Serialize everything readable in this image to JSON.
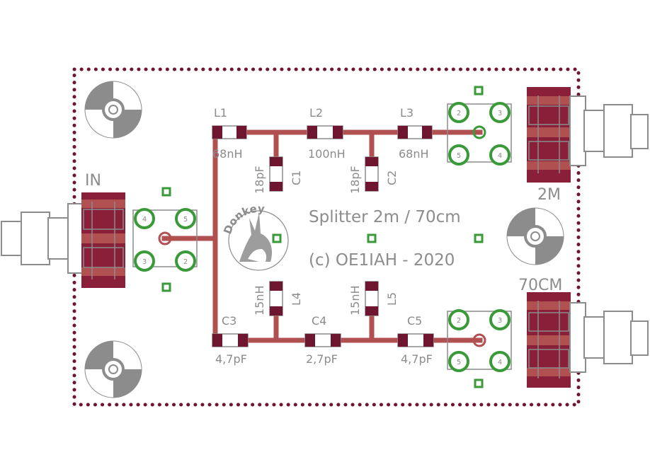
{
  "board": {
    "title": "Splitter 2m / 70cm",
    "copyright": "(c) OE1IAH - 2020",
    "logo_text": "Donkey"
  },
  "ports": {
    "input": "IN",
    "out_2m": "2M",
    "out_70cm": "70CM"
  },
  "components": {
    "L1": {
      "ref": "L1",
      "value": "68nH"
    },
    "L2": {
      "ref": "L2",
      "value": "100nH"
    },
    "L3": {
      "ref": "L3",
      "value": "68nH"
    },
    "C1": {
      "ref": "C1",
      "value": "18pF"
    },
    "C2": {
      "ref": "C2",
      "value": "18pF"
    },
    "L4": {
      "ref": "L4",
      "value": "15nH"
    },
    "L5": {
      "ref": "L5",
      "value": "15nH"
    },
    "C3": {
      "ref": "C3",
      "value": "4,7pF"
    },
    "C4": {
      "ref": "C4",
      "value": "2,7pF"
    },
    "C5": {
      "ref": "C5",
      "value": "4,7pF"
    }
  },
  "connector_pins": {
    "in": [
      "4",
      "5",
      "3",
      "2"
    ],
    "out_2m": [
      "2",
      "3",
      "5",
      "4"
    ],
    "out_70cm": [
      "2",
      "3",
      "5",
      "4"
    ]
  },
  "colors": {
    "trace": "#b05050",
    "pad": "#6e1630",
    "pad_alt": "#8a1f3a",
    "silkscreen": "#8c8c8c",
    "via_ring": "#3a9a3a",
    "outline_dots": "#6e1630",
    "mount_hole": "#8c8c8c"
  }
}
